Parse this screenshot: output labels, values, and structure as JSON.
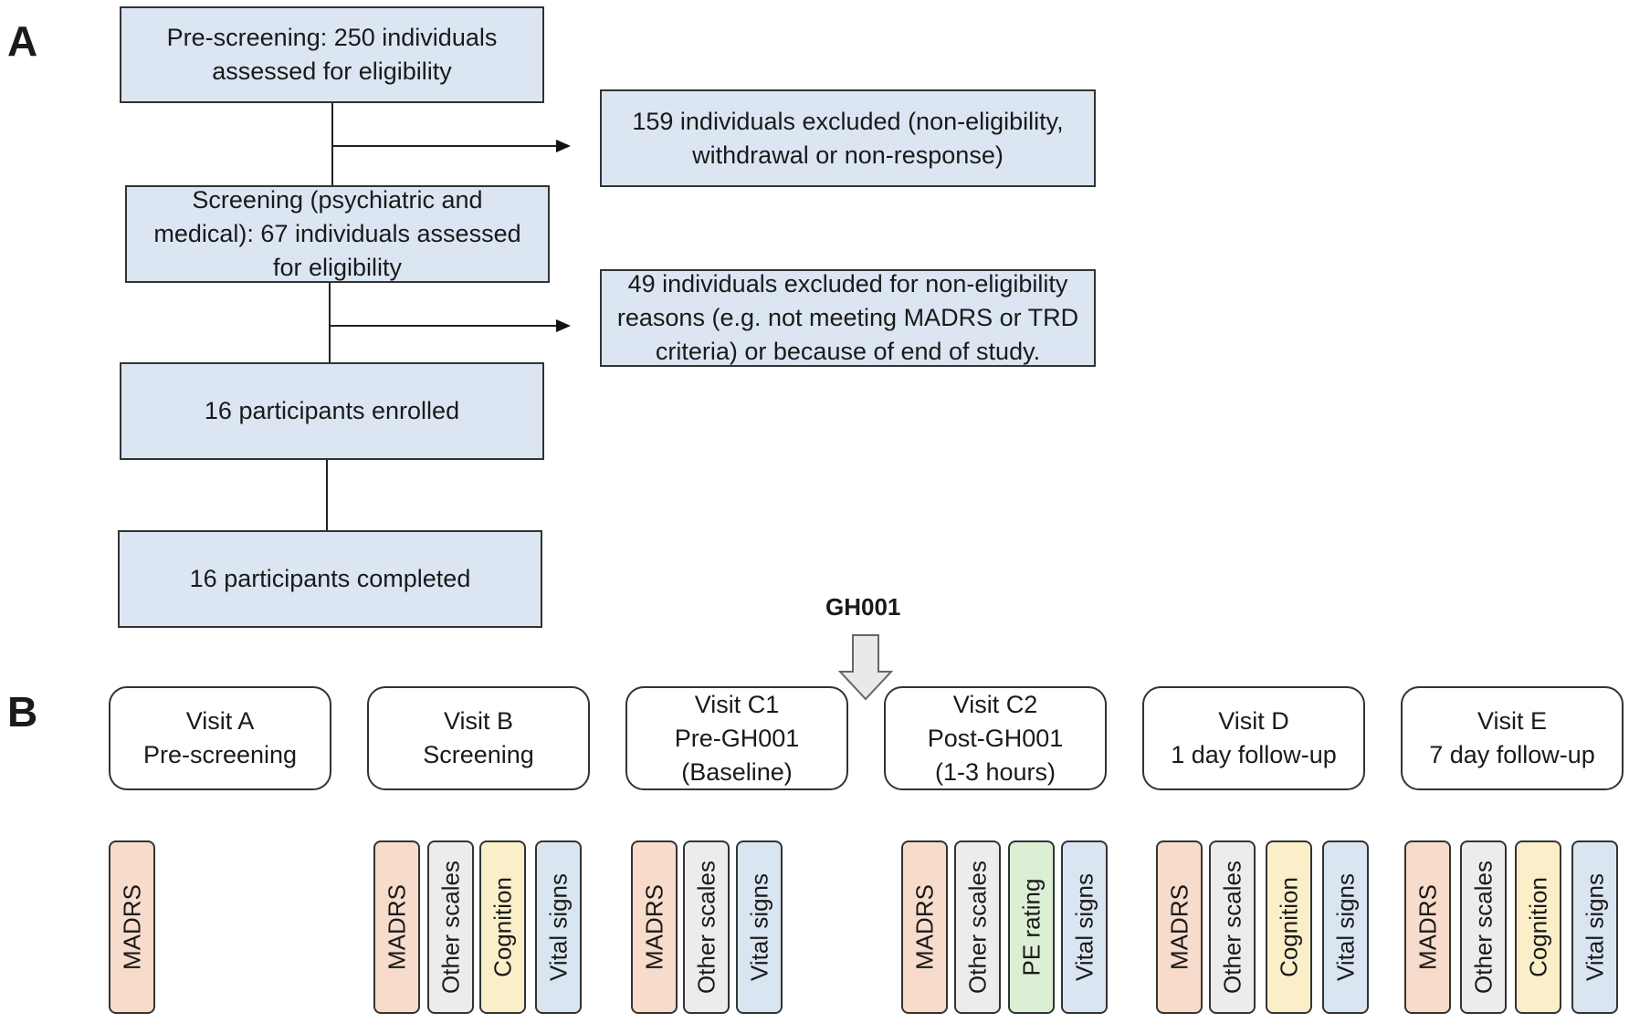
{
  "panels": {
    "a": "A",
    "b": "B"
  },
  "flow": {
    "prescreen": [
      "Pre-screening: 250 individuals",
      "assessed for eligibility"
    ],
    "exclude1": [
      "159 individuals excluded (non-eligibility,",
      "withdrawal or non-response)"
    ],
    "screening": [
      "Screening (psychiatric and",
      "medical): 67 individuals assessed",
      "for eligibility"
    ],
    "exclude2": [
      "49 individuals excluded for non-eligibility",
      "reasons (e.g. not meeting MADRS or TRD",
      "criteria) or because of end of study."
    ],
    "enrolled": "16 participants enrolled",
    "completed": "16 participants completed"
  },
  "dose_marker": "GH001",
  "visits": [
    {
      "lines": [
        "Visit A",
        "Pre-screening"
      ],
      "measures": [
        "MADRS"
      ]
    },
    {
      "lines": [
        "Visit B",
        "Screening"
      ],
      "measures": [
        "MADRS",
        "Other scales",
        "Cognition",
        "Vital signs"
      ]
    },
    {
      "lines": [
        "Visit C1",
        "Pre-GH001",
        "(Baseline)"
      ],
      "measures": [
        "MADRS",
        "Other scales",
        "Vital signs"
      ]
    },
    {
      "lines": [
        "Visit C2",
        "Post-GH001",
        "(1-3 hours)"
      ],
      "measures": [
        "MADRS",
        "Other scales",
        "PE rating",
        "Vital signs"
      ]
    },
    {
      "lines": [
        "Visit D",
        "1 day follow-up"
      ],
      "measures": [
        "MADRS",
        "Other scales",
        "Cognition",
        "Vital signs"
      ]
    },
    {
      "lines": [
        "Visit E",
        "7 day follow-up"
      ],
      "measures": [
        "MADRS",
        "Other scales",
        "Cognition",
        "Vital signs"
      ]
    }
  ],
  "colors": {
    "box_fill": "#dbe6f2",
    "madrs": "#f8dccb",
    "other_scales": "#ececec",
    "cognition": "#fbefc9",
    "vital_signs": "#d9e5f1",
    "pe_rating": "#dcefd5"
  }
}
